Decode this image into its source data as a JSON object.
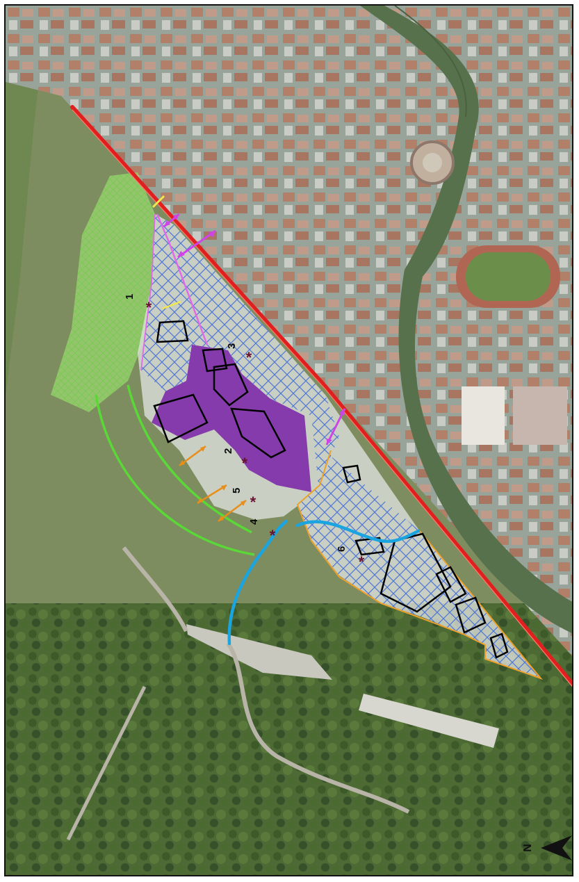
{
  "colors": {
    "railway": "#e01f1f",
    "green_zone": "#8ef05c",
    "purple_zone": "#7d2aa8",
    "blue_hatch": "#3a68d8",
    "orange_boundary": "#eea12a",
    "pink_boundary": "#e06ae8",
    "stream": "#1aa4e0",
    "green_arc": "#5ad838",
    "orange_arrows": "#e88e1a",
    "pink_arrows": "#cf44e6",
    "marker": "#6a1232"
  },
  "markers": [
    {
      "id": "1",
      "label": "1"
    },
    {
      "id": "2",
      "label": "2"
    },
    {
      "id": "3",
      "label": "3"
    },
    {
      "id": "4",
      "label": "4"
    },
    {
      "id": "5",
      "label": "5"
    },
    {
      "id": "6",
      "label": "6"
    }
  ],
  "north_arrow": {
    "label": "N",
    "icon": "north-arrow-icon"
  }
}
